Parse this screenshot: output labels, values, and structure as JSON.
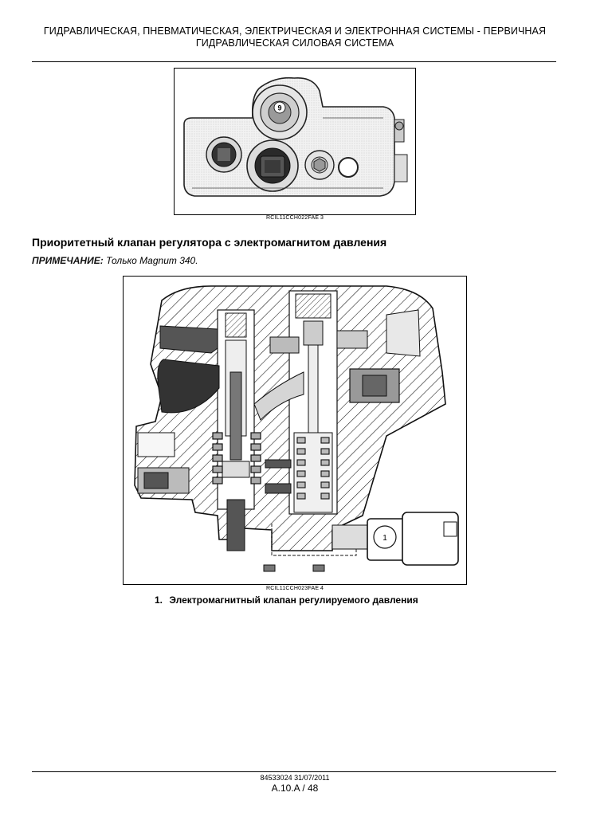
{
  "header": {
    "line1": "ГИДРАВЛИЧЕСКАЯ, ПНЕВМАТИЧЕСКАЯ, ЭЛЕКТРИЧЕСКАЯ И ЭЛЕКТРОННАЯ СИСТЕМЫ - ПЕРВИЧНАЯ",
    "line2": "ГИДРАВЛИЧЕСКАЯ СИЛОВАЯ СИСТЕМА"
  },
  "figure3": {
    "code": "RCIL11CCH022FAE",
    "number": "3",
    "callout": "9"
  },
  "section": {
    "title": "Приоритетный клапан регулятора с электромагнитом давления",
    "note_label": "ПРИМЕЧАНИЕ:",
    "note_text": "Только Magnum 340."
  },
  "figure4": {
    "code": "RCIL11CCH023FAE",
    "number": "4",
    "callout": "1"
  },
  "legend": {
    "item_number": "1.",
    "item_text": "Электромагнитный клапан регулируемого давления"
  },
  "footer": {
    "doc": "84533024 31/07/2011",
    "page": "A.10.A / 48"
  }
}
